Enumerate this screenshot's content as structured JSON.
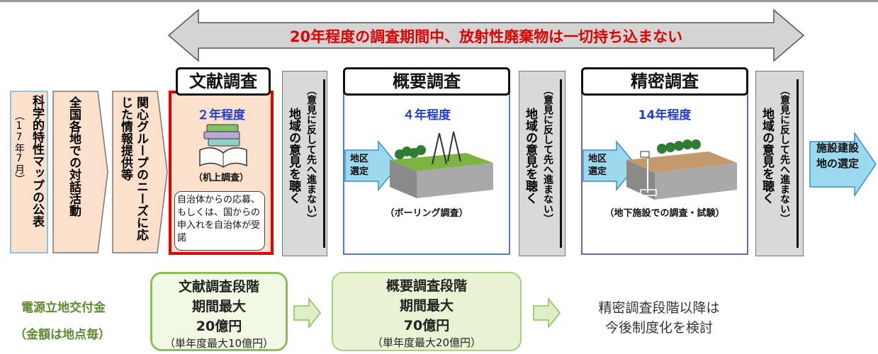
{
  "top_arrow_text": "20年程度の調査期間中、放射性廃棄物は一切持ち込まない",
  "map_box": {
    "main": "科学的特性マップの公表",
    "note": "（17年7月）"
  },
  "dialogue_box": "全国各地での対話活動",
  "needs_box": "関心グループのニーズに応じた情報提供等",
  "stage1": {
    "title": "文献調査",
    "duration": "２年程度",
    "caption": "（机上調査）",
    "note": "自治体からの応募、もしくは、国からの申入れを自治体が受諾"
  },
  "listen_col": {
    "main": "地域の意見を聴く",
    "sub": "（意見に反して先へ進まない）"
  },
  "stage2": {
    "title": "概要調査",
    "duration": "４年程度",
    "caption": "（ボーリング調査）",
    "select_label": "地区選定"
  },
  "stage3": {
    "title": "精密調査",
    "duration": "14年程度",
    "caption": "（地下施設での調査・試験）",
    "select_label": "地区選定"
  },
  "final_arrow": "施設建設地の選定",
  "grant": {
    "line1": "電源立地交付金",
    "line2": "（金額は地点毎）"
  },
  "sum1": {
    "l1": "文献調査段階",
    "l2": "期間最大",
    "l3": "20億円",
    "l4": "（単年度最大10億円）"
  },
  "sum2": {
    "l1": "概要調査段階",
    "l2": "期間最大",
    "l3": "70億円",
    "l4": "（単年度最大20億円）"
  },
  "sum3": {
    "l1": "精密調査段階以降は",
    "l2": "今後制度化を検討"
  },
  "colors": {
    "red": "#e00000",
    "blue_text": "#1f3fd6",
    "green_text": "#5e8a2d",
    "stage2_border": "#4e7fc0",
    "stage3_border": "#7e5fa6"
  }
}
